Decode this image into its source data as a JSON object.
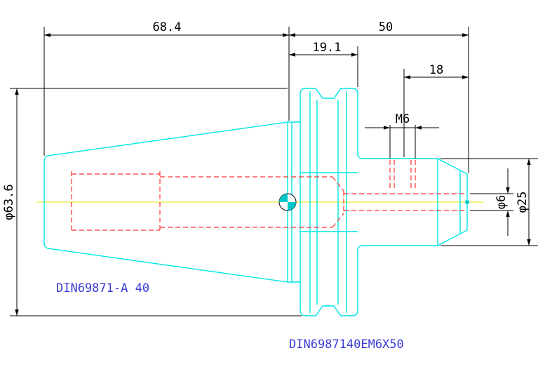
{
  "drawing": {
    "dimensions": {
      "shank_length": "68.4",
      "total_length": "50",
      "flange_width": "19.1",
      "nose_length": "18",
      "thread": "M6",
      "flange_diameter": "φ63.6",
      "bore_diameter": "φ6",
      "nose_diameter": "φ25"
    },
    "labels": {
      "taper_standard": "DIN69871-A 40",
      "part_number": "DIN6987140EM6X50"
    },
    "colors": {
      "outline": "#00e5e5",
      "hidden": "#ff3030",
      "centerline": "#e5e500",
      "dimension": "#000000",
      "label": "#3a3ad8"
    }
  }
}
